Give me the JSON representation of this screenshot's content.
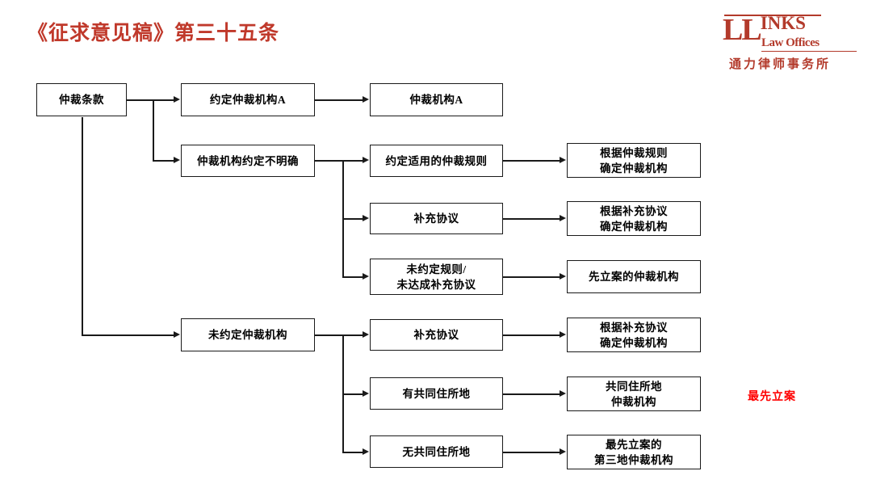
{
  "slide": {
    "title": "《征求意见稿》第三十五条",
    "title_color": "#C0392B",
    "background": "#ffffff"
  },
  "logo": {
    "ll": "LL",
    "inks": "INKS",
    "subtitle": "Law Offices",
    "chinese": "通力律师事务所",
    "color": "#B33A2B"
  },
  "nodes": {
    "root": "仲裁条款",
    "l1_agreed_institution": "约定仲裁机构A",
    "l1_unclear_institution": "仲裁机构约定不明确",
    "l1_no_institution": "未约定仲裁机构",
    "l2_institution_a": "仲裁机构A",
    "l2_agreed_rules": "约定适用的仲裁规则",
    "l2_supplementary_a": "补充协议",
    "l2_no_rules_no_supp": "未约定规则/\n未达成补充协议",
    "l2_supplementary_b": "补充协议",
    "l2_common_residence": "有共同住所地",
    "l2_no_common_residence": "无共同住所地",
    "l3_by_rules": "根据仲裁规则\n确定仲裁机构",
    "l3_by_supp_a": "根据补充协议\n确定仲裁机构",
    "l3_first_filed": "先立案的仲裁机构",
    "l3_by_supp_b": "根据补充协议\n确定仲裁机构",
    "l3_common_residence_inst": "共同住所地\n仲裁机构",
    "l3_third_place_inst": "最先立案的\n第三地仲裁机构"
  },
  "annotations": {
    "first_filed_note": "最先立案",
    "note_color": "#FF0000"
  }
}
